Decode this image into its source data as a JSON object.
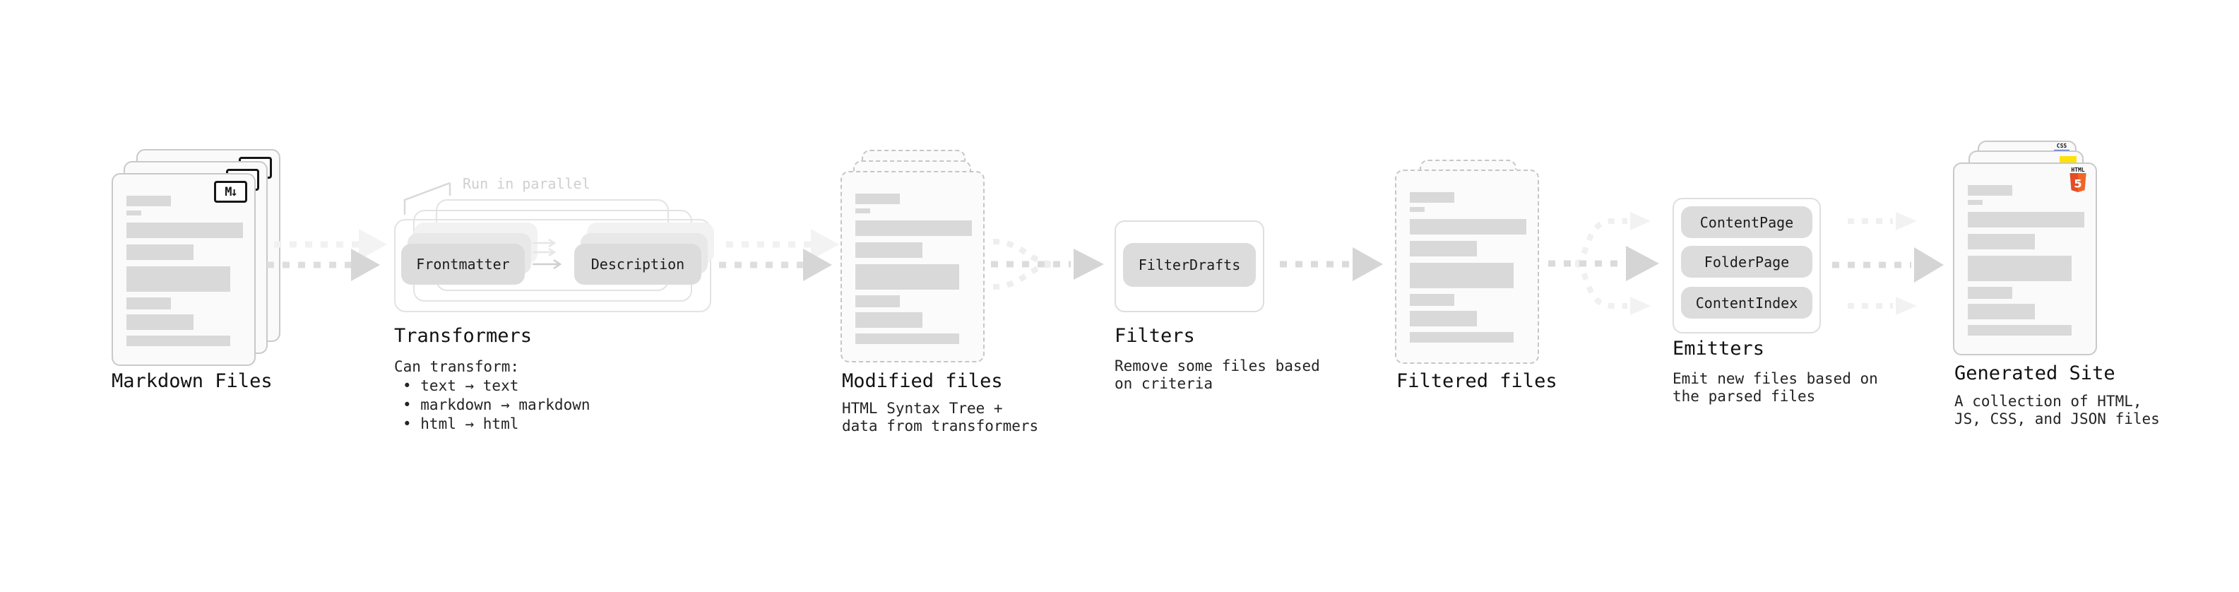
{
  "diagram": {
    "markdown_files": {
      "label": "Markdown Files",
      "badge": "M↓"
    },
    "transformers": {
      "label": "Transformers",
      "annotation": "Run in parallel",
      "input_pill": "Frontmatter",
      "output_pill": "Description",
      "caption_title": "Can transform:",
      "bullets": [
        "• text → text",
        "• markdown → markdown",
        "• html → html"
      ]
    },
    "modified_files": {
      "label": "Modified files",
      "caption": "HTML Syntax Tree +\ndata from transformers"
    },
    "filters": {
      "label": "Filters",
      "pill": "FilterDrafts",
      "caption": "Remove some files based\non criteria"
    },
    "filtered_files": {
      "label": "Filtered files"
    },
    "emitters": {
      "label": "Emitters",
      "pills": [
        "ContentPage",
        "FolderPage",
        "ContentIndex"
      ],
      "caption": "Emit new files based on\nthe parsed files"
    },
    "generated_site": {
      "label": "Generated Site",
      "caption": "A collection of HTML,\nJS, CSS, and JSON files",
      "css_badge": "CSS",
      "html_badge_text": "HTML",
      "html_badge_number": "5"
    },
    "colors": {
      "html5_orange": "#e44d26",
      "html5_orange_light": "#f16529",
      "js_yellow": "#ffe10a",
      "css_blue": "#2d53e8",
      "skeleton_gray": "#d9d9d9"
    }
  }
}
